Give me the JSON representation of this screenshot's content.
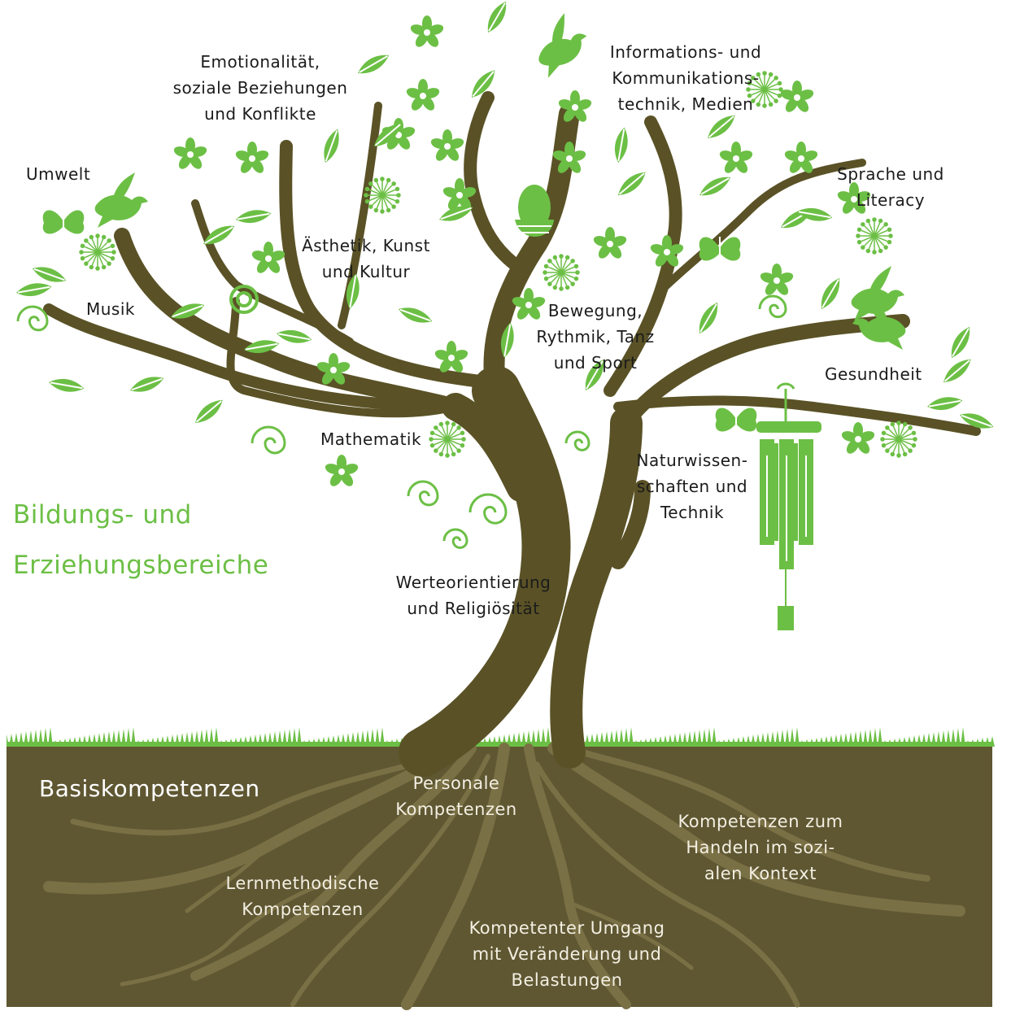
{
  "colors": {
    "leaf": "#6cbf45",
    "trunk": "#5a5226",
    "soil": "#5f5732",
    "root": "#7a7045",
    "grass": "#6cbf45",
    "heading": "#6cbf45"
  },
  "icons": [
    "bird-icon",
    "butterfly-icon",
    "flower-icon",
    "leaf-icon",
    "acorn-icon",
    "wind-chime-icon",
    "dandelion-icon",
    "rose-icon",
    "swirl-icon"
  ],
  "heading": {
    "line1": "Bildungs- und",
    "line2": "Erziehungsbereiche"
  },
  "branches": {
    "umwelt": "Umwelt",
    "emotionalitaet": "Emotionalität,\nsoziale Beziehungen\nund Konflikte",
    "musik": "Musik",
    "aesthetik": "Ästhetik, Kunst\nund Kultur",
    "mathematik": "Mathematik",
    "information": "Informations- und\nKommunikations-\ntechnik, Medien",
    "sprache": "Sprache und\nLiteracy",
    "bewegung": "Bewegung,\nRythmik, Tanz\nund Sport",
    "gesundheit": "Gesundheit",
    "naturwissenschaften": "Naturwissen-\nschaften und\nTechnik",
    "werteorientierung": "Werteorientierung\nund Religiösität"
  },
  "roots": {
    "title": "Basiskompetenzen",
    "personale": "Personale\nKompetenzen",
    "lernmethodische": "Lernmethodische\nKompetenzen",
    "sozial": "Kompetenzen zum\nHandeln im sozi-\nalen Kontext",
    "umgang": "Kompetenter Umgang\nmit Veränderung und\nBelastungen"
  }
}
